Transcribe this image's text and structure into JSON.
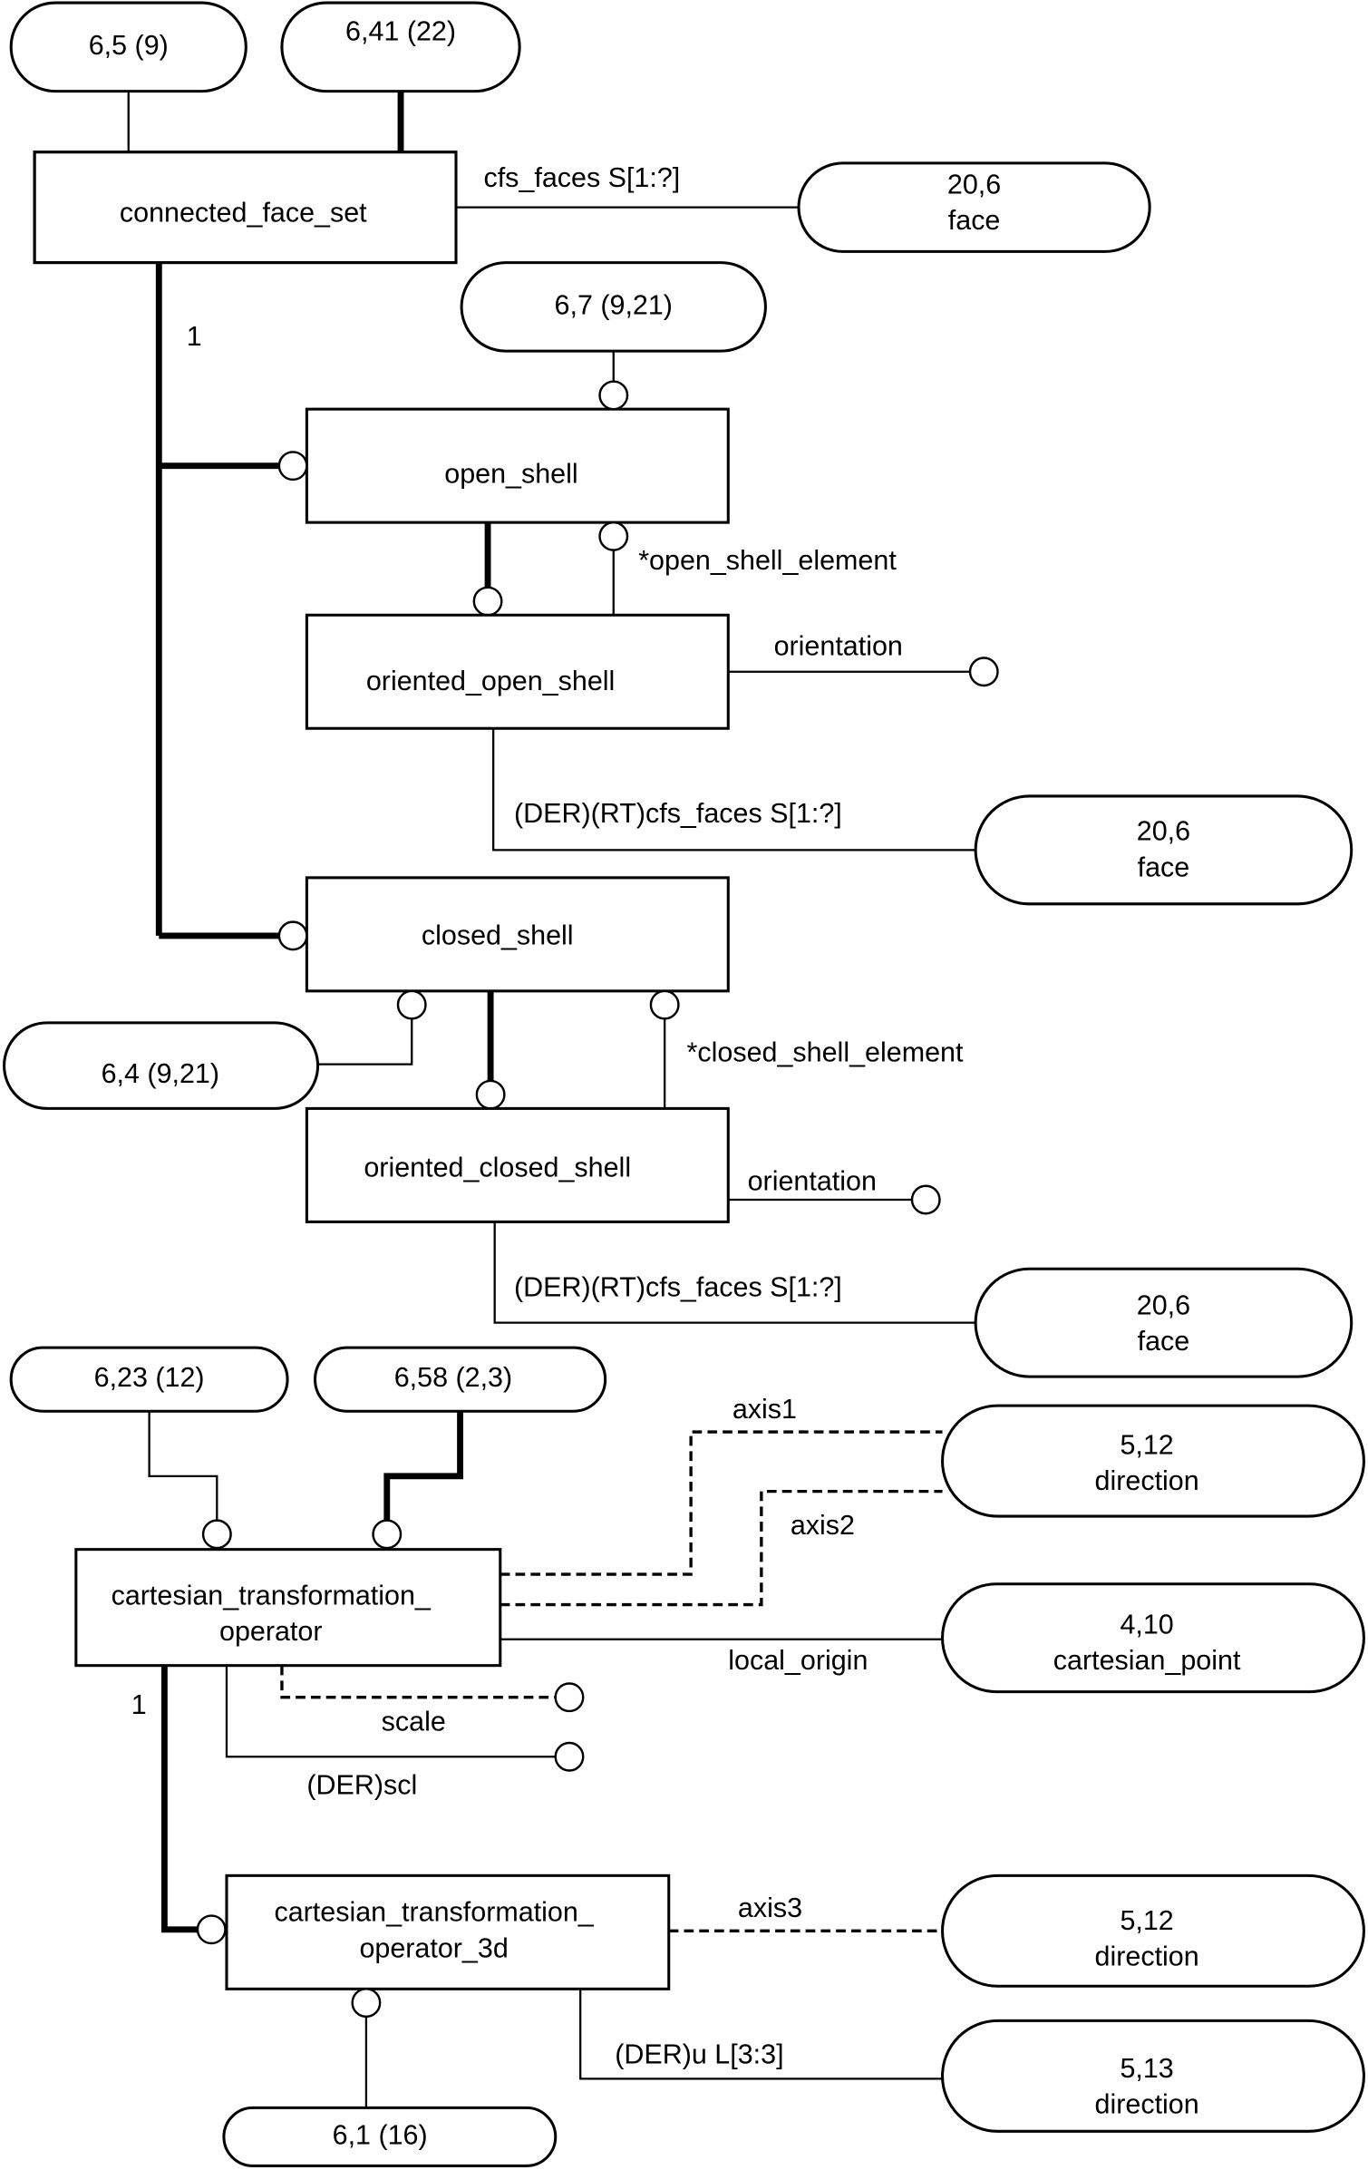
{
  "diagram": {
    "type": "EXPRESS-G entity diagram",
    "entities": {
      "connected_face_set": "connected_face_set",
      "open_shell": "open_shell",
      "oriented_open_shell": "oriented_open_shell",
      "closed_shell": "closed_shell",
      "oriented_closed_shell": "oriented_closed_shell",
      "cto_line1": "cartesian_transformation_",
      "cto_line2": "operator",
      "cto3d_line1": "cartesian_transformation_",
      "cto3d_line2": "operator_3d"
    },
    "page_refs": {
      "r_6_5": "6,5 (9)",
      "r_6_41": "6,41 (22)",
      "r_6_7": "6,7 (9,21)",
      "r_6_4": "6,4 (9,21)",
      "r_6_23": "6,23 (12)",
      "r_6_58": "6,58 (2,3)",
      "r_6_1": "6,1 (16)",
      "face1_num": "20,6",
      "face1_name": "face",
      "face2_num": "20,6",
      "face2_name": "face",
      "face3_num": "20,6",
      "face3_name": "face",
      "dir1_num": "5,12",
      "dir1_name": "direction",
      "pt_num": "4,10",
      "pt_name": "cartesian_point",
      "dir2_num": "5,12",
      "dir2_name": "direction",
      "dir3_num": "5,13",
      "dir3_name": "direction"
    },
    "labels": {
      "cfs_faces": "cfs_faces S[1:?]",
      "one_a": "1",
      "open_shell_element": "*open_shell_element",
      "orientation_a": "orientation",
      "der_rt_cfs_a": "(DER)(RT)cfs_faces S[1:?]",
      "closed_shell_element": "*closed_shell_element",
      "orientation_b": "orientation",
      "der_rt_cfs_b": "(DER)(RT)cfs_faces S[1:?]",
      "axis1": "axis1",
      "axis2": "axis2",
      "local_origin": "local_origin",
      "scale": "scale",
      "der_scl": "(DER)scl",
      "one_b": "1",
      "axis3": "axis3",
      "der_u": "(DER)u L[3:3]"
    }
  }
}
